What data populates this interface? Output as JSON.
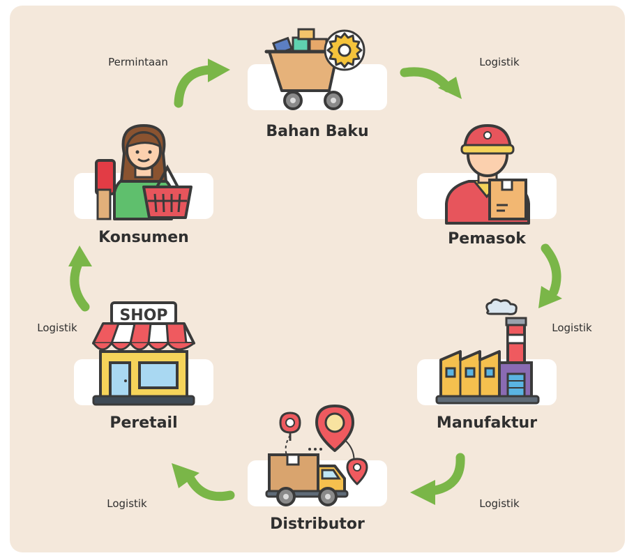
{
  "nodes": {
    "bahan_baku": "Bahan Baku",
    "pemasok": "Pemasok",
    "manufaktur": "Manufaktur",
    "distributor": "Distributor",
    "peretail": "Peretail",
    "konsumen": "Konsumen"
  },
  "edges": {
    "konsumen_to_bahan": "Permintaan",
    "bahan_to_pemasok": "Logistik",
    "pemasok_to_manufaktur": "Logistik",
    "manufaktur_to_distributor": "Logistik",
    "distributor_to_peretail": "Logistik",
    "peretail_to_konsumen": "Logistik"
  },
  "shop_sign": "SHOP",
  "colors": {
    "background": "#f4e8db",
    "arrow": "#7ab648",
    "label_text": "#2f2f2f"
  },
  "icons": [
    "cart-gear-icon",
    "delivery-worker-icon",
    "factory-icon",
    "delivery-truck-icon",
    "shop-icon",
    "shopper-icon"
  ]
}
